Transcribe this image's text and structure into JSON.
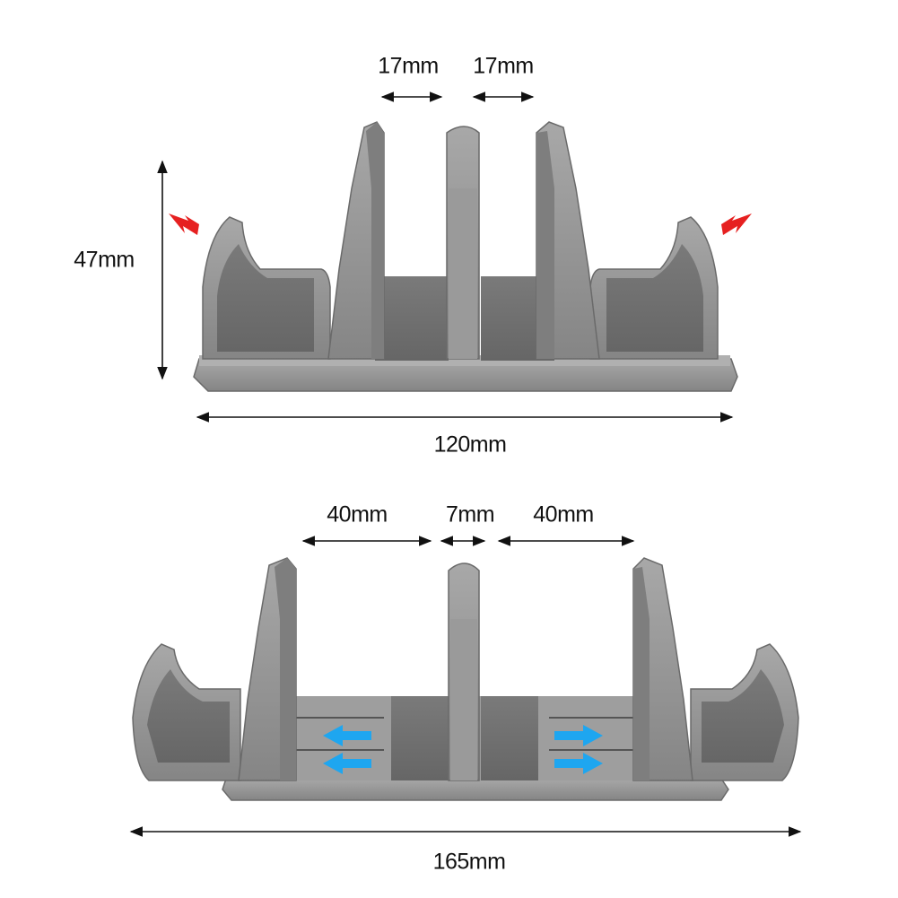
{
  "colors": {
    "metal_light": "#9c9c9c",
    "metal_mid": "#8a8a8a",
    "metal_dark": "#6f6f6f",
    "metal_edge": "#b4b4b4",
    "line": "#111111",
    "indicator_red": "#e62020",
    "indicator_blue": "#1ea6f0"
  },
  "front_view": {
    "gap_left_label": "17mm",
    "gap_right_label": "17mm",
    "height_label": "47mm",
    "width_label": "120mm"
  },
  "top_view": {
    "slot_left_label": "40mm",
    "divider_label": "7mm",
    "slot_right_label": "40mm",
    "length_label": "165mm"
  }
}
